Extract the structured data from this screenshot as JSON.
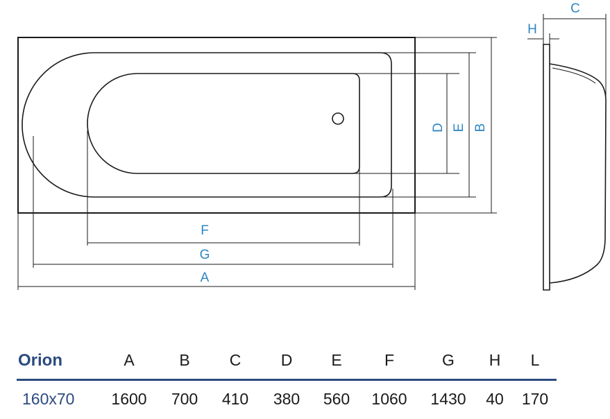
{
  "drawing": {
    "labels": {
      "A": "A",
      "B": "B",
      "C": "C",
      "D": "D",
      "E": "E",
      "F": "F",
      "G": "G",
      "H": "H"
    },
    "colors": {
      "label": "#2e86c1",
      "outline": "#1a1a1a",
      "table_accent": "#2c4a80"
    }
  },
  "table": {
    "model": "Orion",
    "columns": [
      "A",
      "B",
      "C",
      "D",
      "E",
      "F",
      "G",
      "H",
      "L"
    ],
    "row": {
      "size": "160x70",
      "values": [
        "1600",
        "700",
        "410",
        "380",
        "560",
        "1060",
        "1430",
        "40",
        "170"
      ]
    }
  }
}
